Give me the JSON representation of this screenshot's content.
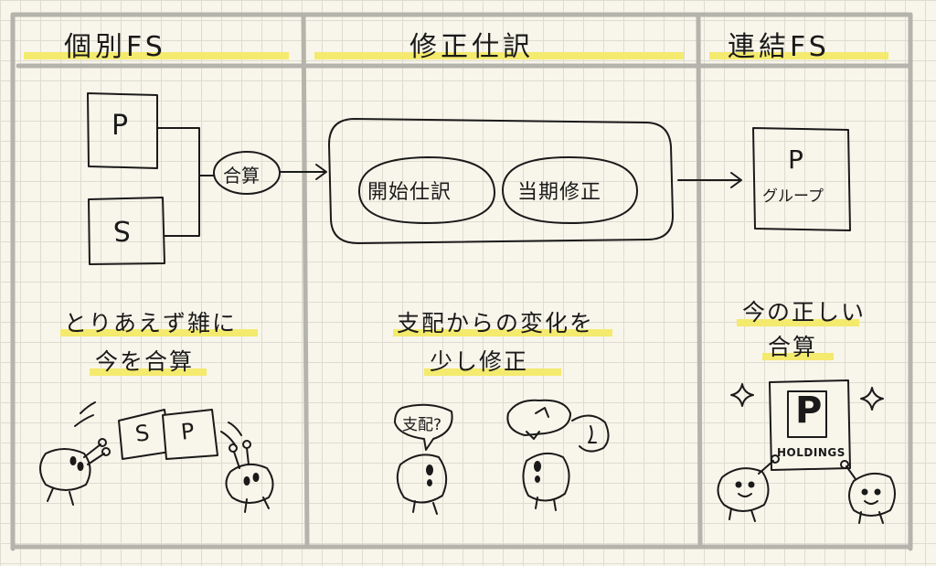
{
  "columns": {
    "individual": {
      "title": "個別FS"
    },
    "adjustment": {
      "title": "修正仕訳"
    },
    "consolidated": {
      "title": "連結FS"
    }
  },
  "individual": {
    "box_p": "P",
    "box_s": "S",
    "merge_label": "合算",
    "caption_line1": "とりあえず雑に",
    "caption_line2": "今を合算",
    "paper_s": "S",
    "paper_p": "P"
  },
  "adjustment": {
    "entry_opening": "開始仕訳",
    "entry_current": "当期修正",
    "caption_line1": "支配からの変化を",
    "caption_line2": "少し修正",
    "bubble_text": "支配?",
    "bubble2_text": "?"
  },
  "consolidated": {
    "box_p": "P",
    "box_group": "グループ",
    "caption_line1": "今の正しい",
    "caption_line2": "合算",
    "sign_letter": "P",
    "sign_text": "HOLDINGS"
  },
  "colors": {
    "highlight": "#f4ea6e",
    "ink": "#1a1a1a",
    "paper": "#f8f5ea",
    "divider": "#b4b4ac"
  }
}
